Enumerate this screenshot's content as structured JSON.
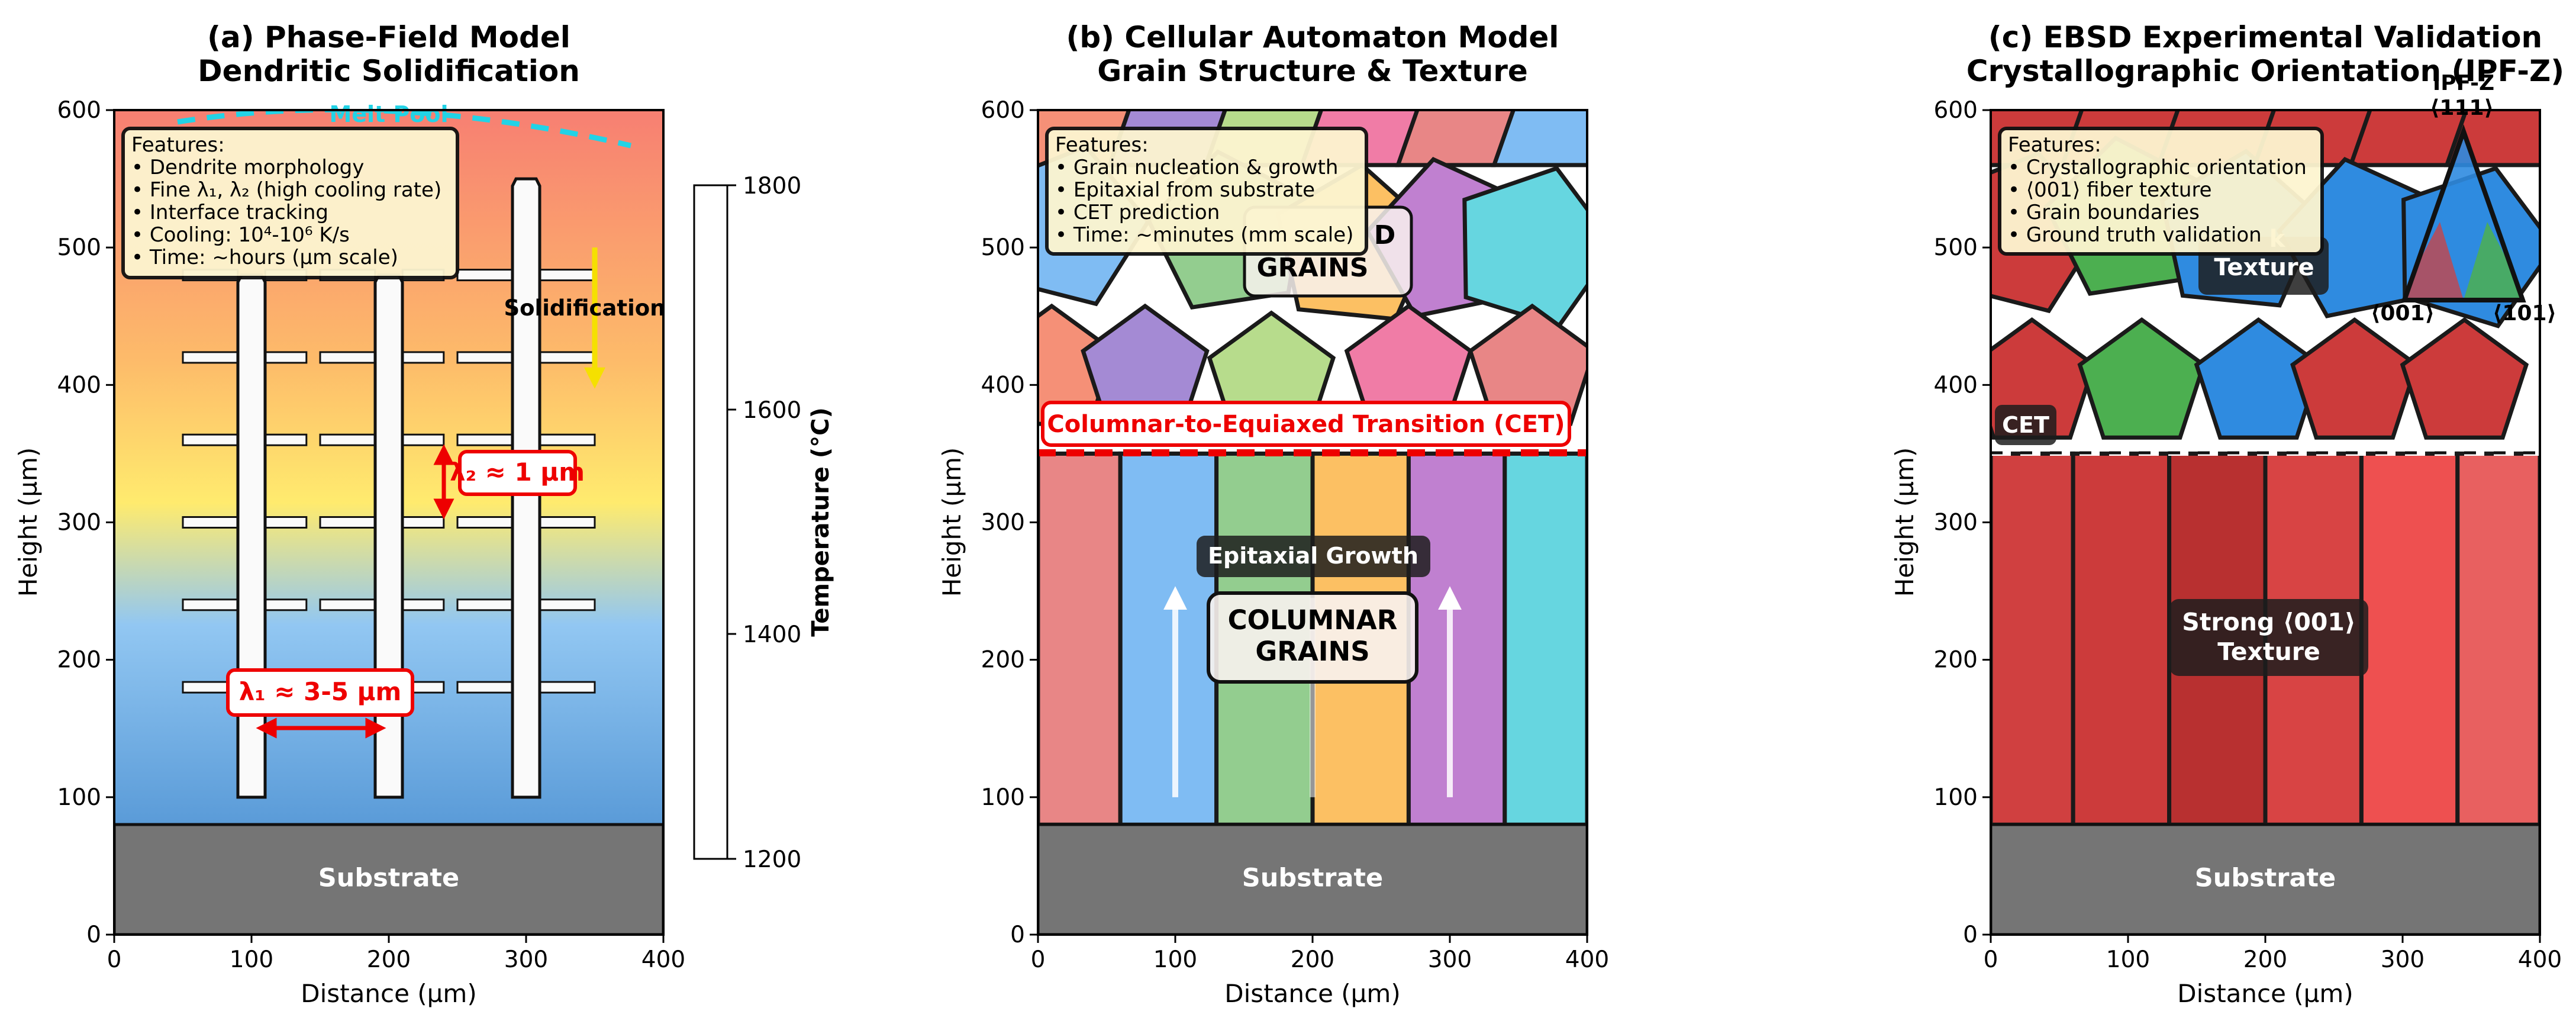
{
  "chart_data": [
    {
      "type": "schematic",
      "title_line1": "(a) Phase-Field Model",
      "title_line2": "Dendritic Solidification",
      "xlabel": "Distance (µm)",
      "ylabel": "Height (µm)",
      "xlim": [
        0,
        400
      ],
      "ylim": [
        0,
        600
      ],
      "xticks": [
        "0",
        "100",
        "200",
        "300",
        "400"
      ],
      "yticks": [
        "0",
        "100",
        "200",
        "300",
        "400",
        "500",
        "600"
      ],
      "substrate": {
        "label": "Substrate",
        "y_range": [
          0,
          80
        ],
        "color": "#757575"
      },
      "temperature_gradient": {
        "top_color": "#f77f72",
        "mid_color": "#ffeb6e",
        "bottom_color": "#5a9bd8"
      },
      "colorbar": {
        "label": "Temperature (°C)",
        "range": [
          1200,
          1800
        ],
        "ticks": [
          "1200",
          "1400",
          "1600",
          "1800"
        ]
      },
      "dendrite_trunks": [
        {
          "x": 100,
          "y_bottom": 100,
          "y_top": 480
        },
        {
          "x": 200,
          "y_bottom": 100,
          "y_top": 480
        },
        {
          "x": 300,
          "y_bottom": 100,
          "y_top": 550
        }
      ],
      "secondary_arm_heights": [
        180,
        240,
        300,
        360,
        420,
        480
      ],
      "secondary_arm_span": [
        50,
        350
      ],
      "melt_pool_label": "Melt Pool",
      "features_header": "Features:",
      "features": [
        "• Dendrite morphology",
        "• Fine λ₁, λ₂ (high cooling rate)",
        "• Interface tracking",
        "• Cooling: 10⁴-10⁶ K/s",
        "• Time: ~hours (µm scale)"
      ],
      "annotations": {
        "lambda2": "λ₂ ≈ 1 µm",
        "lambda2_arrow_y": [
          275,
          355
        ],
        "lambda2_arrow_x": 240,
        "lambda1": "λ₁ ≈ 3-5 µm",
        "lambda1_arrow_x": [
          110,
          190
        ],
        "lambda1_arrow_y": 150,
        "solidification": "Solidification",
        "solidification_arrow": {
          "x": 350,
          "y_from": 500,
          "y_to": 405
        }
      }
    },
    {
      "type": "schematic",
      "title_line1": "(b) Cellular Automaton Model",
      "title_line2": "Grain Structure & Texture",
      "xlabel": "Distance (µm)",
      "ylabel": "Height (µm)",
      "xlim": [
        0,
        400
      ],
      "ylim": [
        0,
        600
      ],
      "xticks": [
        "0",
        "100",
        "200",
        "300",
        "400"
      ],
      "yticks": [
        "0",
        "100",
        "200",
        "300",
        "400",
        "500",
        "600"
      ],
      "substrate": {
        "label": "Substrate",
        "y_range": [
          0,
          80
        ],
        "color": "#757575"
      },
      "columnar_grains": [
        {
          "x0": 0,
          "x1": 60,
          "color": "#e88686"
        },
        {
          "x0": 60,
          "x1": 130,
          "color": "#7fbcf3"
        },
        {
          "x0": 130,
          "x1": 200,
          "color": "#93cd8f"
        },
        {
          "x0": 200,
          "x1": 270,
          "color": "#fcc063"
        },
        {
          "x0": 270,
          "x1": 340,
          "color": "#c080d0"
        },
        {
          "x0": 340,
          "x1": 400,
          "color": "#66d6e0"
        }
      ],
      "columnar_top": 350,
      "equiaxed_row1": [
        {
          "cx": 10,
          "cy": 410,
          "color": "#f59077"
        },
        {
          "cx": 78,
          "cy": 410,
          "color": "#a48ad4"
        },
        {
          "cx": 170,
          "cy": 405,
          "color": "#b7dc8c"
        },
        {
          "cx": 270,
          "cy": 410,
          "color": "#f07ca6"
        },
        {
          "cx": 360,
          "cy": 410,
          "color": "#e88686"
        }
      ],
      "equiaxed_row2": [
        {
          "cx": 20,
          "cy": 515,
          "color": "#7fbcf3"
        },
        {
          "cx": 140,
          "cy": 510,
          "color": "#93cd8f"
        },
        {
          "cx": 230,
          "cy": 500,
          "color": "#fcc063"
        },
        {
          "cx": 300,
          "cy": 505,
          "color": "#c080d0"
        },
        {
          "cx": 360,
          "cy": 500,
          "color": "#66d6e0"
        }
      ],
      "equiaxed_row3_colors": [
        "#f59077",
        "#a48ad4",
        "#b7dc8c",
        "#f07ca6",
        "#e88686",
        "#7fbcf3"
      ],
      "labels": {
        "cet": "Columnar-to-Equiaxed Transition (CET)",
        "cet_y": 350,
        "epitaxial": "Epitaxial Growth",
        "columnar_line1": "COLUMNAR",
        "columnar_line2": "GRAINS",
        "equiaxed_partial": "D",
        "equiaxed_line2": "GRAINS"
      },
      "growth_arrows": [
        {
          "x": 100,
          "y_from": 100,
          "y_to": 245
        },
        {
          "x": 300,
          "y_from": 100,
          "y_to": 245
        }
      ],
      "features_header": "Features:",
      "features": [
        "• Grain nucleation & growth",
        "• Epitaxial from substrate",
        "• CET prediction",
        "• Time: ~minutes (mm scale)"
      ]
    },
    {
      "type": "schematic",
      "title_line1": "(c) EBSD Experimental Validation",
      "title_line2": "Crystallographic Orientation (IPF-Z)",
      "xlabel": "Distance (µm)",
      "ylabel": "Height (µm)",
      "xlim": [
        0,
        400
      ],
      "ylim": [
        0,
        600
      ],
      "xticks": [
        "0",
        "100",
        "200",
        "300",
        "400"
      ],
      "yticks": [
        "0",
        "100",
        "200",
        "300",
        "400",
        "500",
        "600"
      ],
      "substrate": {
        "label": "Substrate",
        "y_range": [
          0,
          80
        ],
        "color": "#757575"
      },
      "columnar_grains": [
        {
          "x0": 0,
          "x1": 60,
          "color": "#d04040"
        },
        {
          "x0": 60,
          "x1": 130,
          "color": "#cc3b3b"
        },
        {
          "x0": 130,
          "x1": 200,
          "color": "#b83030"
        },
        {
          "x0": 200,
          "x1": 270,
          "color": "#d84444"
        },
        {
          "x0": 270,
          "x1": 340,
          "color": "#ee5050"
        },
        {
          "x0": 340,
          "x1": 400,
          "color": "#e86060"
        }
      ],
      "columnar_top": 350,
      "equiaxed_row1": [
        {
          "cx": 30,
          "cy": 400,
          "color": "#cc3b3b"
        },
        {
          "cx": 110,
          "cy": 400,
          "color": "#4caf50"
        },
        {
          "cx": 195,
          "cy": 400,
          "color": "#2f8be0"
        },
        {
          "cx": 265,
          "cy": 400,
          "color": "#cc3b3b"
        },
        {
          "cx": 345,
          "cy": 400,
          "color": "#cc3b3b"
        }
      ],
      "equiaxed_row2": [
        {
          "cx": 20,
          "cy": 510,
          "color": "#cc3b3b"
        },
        {
          "cx": 100,
          "cy": 520,
          "color": "#4caf50"
        },
        {
          "cx": 180,
          "cy": 510,
          "color": "#2f8be0"
        },
        {
          "cx": 270,
          "cy": 505,
          "color": "#2f8be0"
        },
        {
          "cx": 350,
          "cy": 500,
          "color": "#2f8be0"
        }
      ],
      "equiaxed_row3_colors": [
        "#cc3b3b",
        "#cc3b3b",
        "#cc3b3b",
        "#cc3b3b",
        "#cc3b3b",
        "#cc3b3b"
      ],
      "labels": {
        "cet": "CET",
        "cet_y": 350,
        "texture_line1": "Strong ⟨001⟩",
        "texture_line2": "Texture",
        "upper_texture": "Texture",
        "upper_texture_partial": "k"
      },
      "ipf_triangle": {
        "title": "IPF-Z",
        "top_label": "⟨111⟩",
        "left_label": "⟨001⟩",
        "right_label": "⟨101⟩",
        "colors": [
          "#2f8be0",
          "#d04040",
          "#4caf50"
        ]
      },
      "features_header": "Features:",
      "features": [
        "• Crystallographic orientation",
        "• ⟨001⟩ fiber texture",
        "• Grain boundaries",
        "• Ground truth validation"
      ]
    }
  ]
}
